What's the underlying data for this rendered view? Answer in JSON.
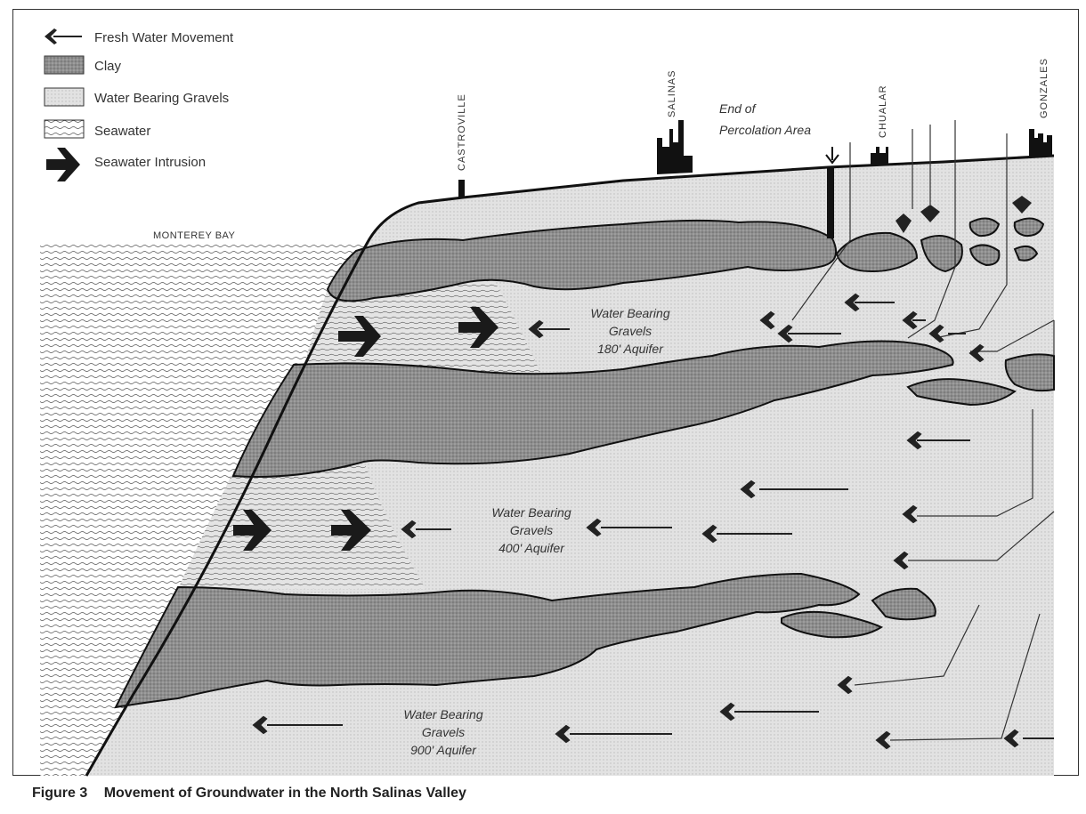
{
  "legend": {
    "fresh_water": "Fresh Water Movement",
    "clay": "Clay",
    "gravels": "Water Bearing Gravels",
    "seawater": "Seawater",
    "intrusion": "Seawater Intrusion"
  },
  "places": {
    "monterey_bay": "MONTEREY BAY",
    "castroville": "CASTROVILLE",
    "salinas": "SALINAS",
    "chualar": "CHUALAR",
    "gonzales": "GONZALES"
  },
  "percolation": {
    "line1": "End of",
    "line2": "Percolation Area"
  },
  "aquifers": {
    "a180": {
      "line1": "Water Bearing",
      "line2": "Gravels",
      "line3": "180' Aquifer"
    },
    "a400": {
      "line1": "Water Bearing",
      "line2": "Gravels",
      "line3": "400' Aquifer"
    },
    "a900": {
      "line1": "Water Bearing",
      "line2": "Gravels",
      "line3": "900' Aquifer"
    }
  },
  "caption": {
    "number": "Figure 3",
    "title": "Movement of Groundwater in the North Salinas Valley"
  },
  "colors": {
    "clay": "#9a9a9a",
    "gravel": "#dcdcdc",
    "seawater": "#ffffff",
    "ink": "#1a1a1a"
  }
}
